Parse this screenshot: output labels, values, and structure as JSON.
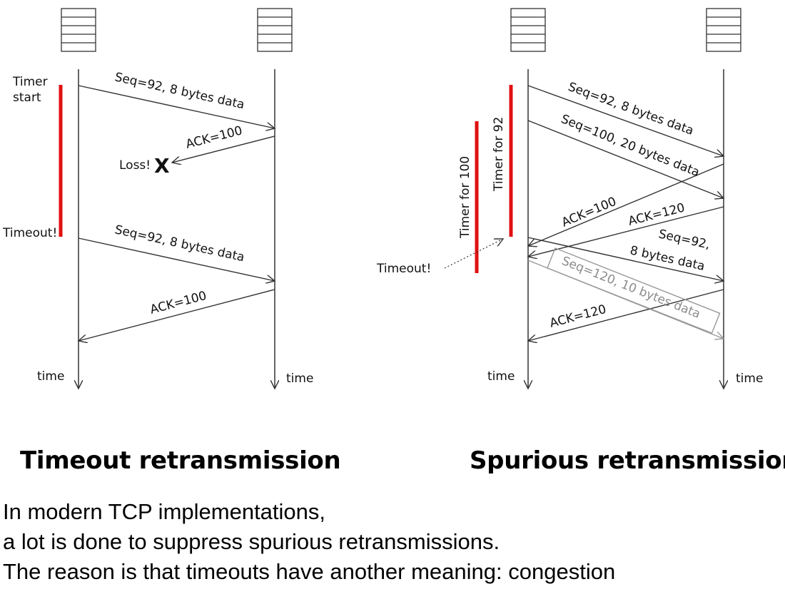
{
  "left": {
    "caption": "Timeout retransmission",
    "timer_label": [
      "Timer",
      "start"
    ],
    "timeout_label": "Timeout!",
    "loss_label": "Loss!",
    "loss_mark": "X",
    "time_left": "time",
    "time_right": "time",
    "messages": {
      "seg1": "Seq=92, 8 bytes data",
      "ack1": "ACK=100",
      "seg2": "Seq=92, 8 bytes data",
      "ack2": "ACK=100"
    }
  },
  "right": {
    "caption": "Spurious retransmission",
    "timer92": "Timer for 92",
    "timer100": "Timer for 100",
    "timeout_label": "Timeout!",
    "time_left": "time",
    "time_right": "time",
    "messages": {
      "seg1": "Seq=92, 8 bytes data",
      "seg2": "Seq=100, 20 bytes data",
      "ack1": "ACK=100",
      "ack2": "ACK=120",
      "seg3_line1": "Seq=92,",
      "seg3_line2": "8 bytes data",
      "seg4": "Seq=120, 10 bytes data",
      "ack3": "ACK=120"
    }
  },
  "summary": [
    "In modern TCP implementations,",
    "a lot is done to suppress spurious retransmissions.",
    "The reason is that timeouts have another meaning: congestion"
  ],
  "colors": {
    "timer": "#e01010",
    "line": "#333333",
    "faded": "#8c8c8c"
  }
}
